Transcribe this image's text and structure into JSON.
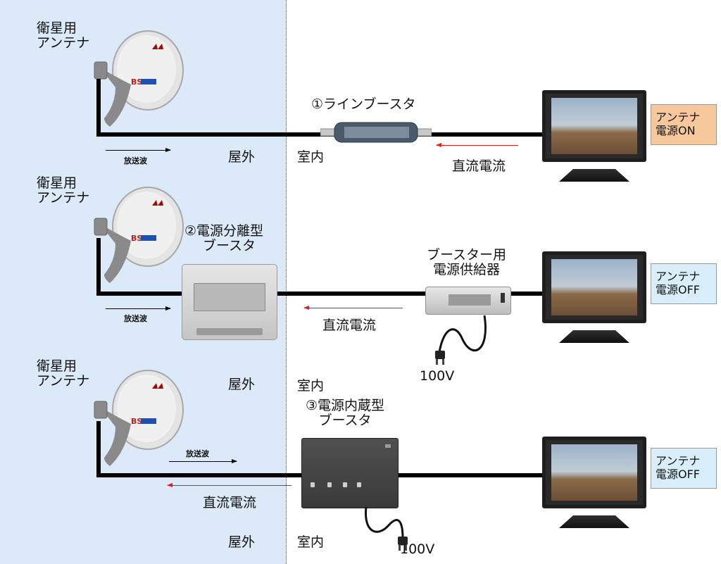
{
  "zones": {
    "outdoor": "屋外",
    "indoor": "室内"
  },
  "rows": [
    {
      "antenna_label": [
        "衛星用",
        "アンテナ"
      ],
      "booster_label": [
        "①ラインブースタ"
      ],
      "wave_label": "放送波",
      "dc_label": "直流電流",
      "status": [
        "アンテナ",
        "電源ON"
      ]
    },
    {
      "antenna_label": [
        "衛星用",
        "アンテナ"
      ],
      "booster_label": [
        "②電源分離型",
        "ブースタ"
      ],
      "psu_label": [
        "ブースター用",
        "電源供給器"
      ],
      "wave_label": "放送波",
      "dc_label": "直流電流",
      "plug_label": "100V",
      "status": [
        "アンテナ",
        "電源OFF"
      ]
    },
    {
      "antenna_label": [
        "衛星用",
        "アンテナ"
      ],
      "booster_label": [
        "③電源内蔵型",
        "ブースタ"
      ],
      "wave_label": "放送波",
      "dc_label": "直流電流",
      "plug_label": "100V",
      "status": [
        "アンテナ",
        "電源OFF"
      ]
    }
  ],
  "colors": {
    "outdoor_background": "#dce9f8",
    "dc_arrow": "#e02020",
    "status_on": "#f7c89b",
    "status_off": "#d8eefa",
    "cable": "#000000"
  }
}
